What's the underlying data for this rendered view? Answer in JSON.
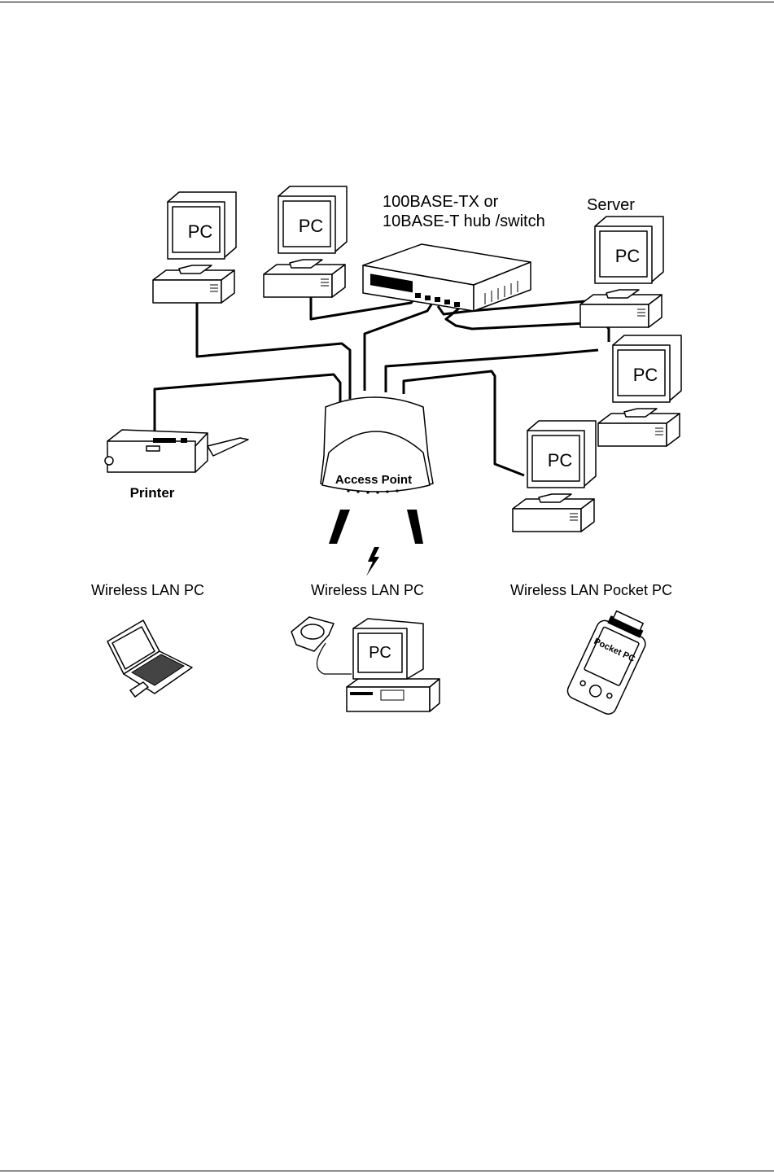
{
  "diagram": {
    "hub_label_line1": "100BASE-TX or",
    "hub_label_line2": "10BASE-T hub /switch",
    "server_label": "Server",
    "pc_label": "PC",
    "printer_label": "Printer",
    "access_point_label": "Access Point",
    "wireless_pc_left_label": "Wireless LAN PC",
    "wireless_pc_center_label": "Wireless LAN PC",
    "wireless_pocket_pc_label": "Wireless LAN Pocket PC",
    "pocket_pc_device_text": "Pocket PC"
  }
}
